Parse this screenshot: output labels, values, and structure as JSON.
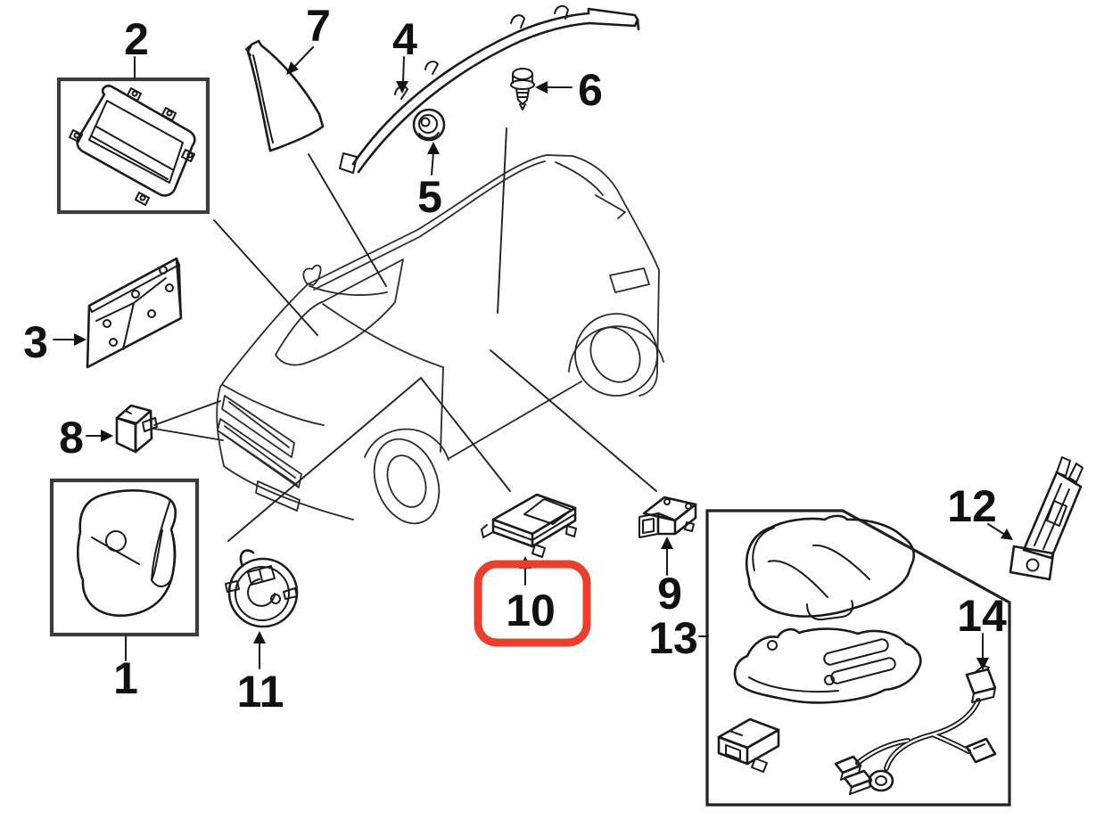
{
  "diagram": {
    "background_color": "#ffffff",
    "line_color": "#1a1a1a",
    "frame_color": "#3c3c3c",
    "highlight": {
      "target_callout": "10",
      "color": "#E8402C"
    },
    "callouts": {
      "c1": "1",
      "c2": "2",
      "c3": "3",
      "c4": "4",
      "c5": "5",
      "c6": "6",
      "c7": "7",
      "c8": "8",
      "c9": "9",
      "c10": "10",
      "c11": "11",
      "c12": "12",
      "c13": "13",
      "c14": "14"
    }
  }
}
